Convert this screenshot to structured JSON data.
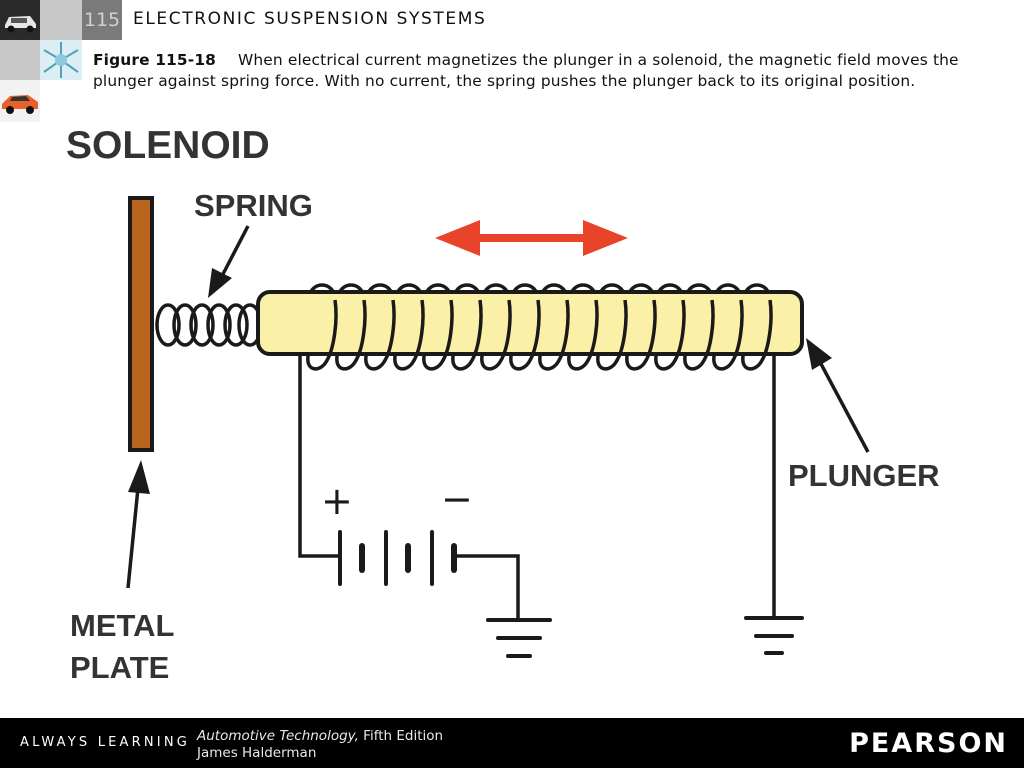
{
  "header": {
    "chapter_number": "115",
    "chapter_title": "ELECTRONIC SUSPENSION SYSTEMS"
  },
  "caption": {
    "figure_number": "Figure 115-18",
    "text": "When electrical current magnetizes the plunger in a solenoid, the magnetic field moves the plunger against spring force. With no current, the spring pushes the plunger back to its original position."
  },
  "diagram": {
    "title": "SOLENOID",
    "labels": {
      "spring": "SPRING",
      "metal_plate_line1": "METAL",
      "metal_plate_line2": "PLATE",
      "plunger": "PLUNGER",
      "plus": "+",
      "minus": "−"
    },
    "colors": {
      "plate": "#b8651b",
      "plunger": "#fbf0a8",
      "arrow": "#e8442a",
      "ink": "#1a1a1a"
    }
  },
  "footer": {
    "tagline": "ALWAYS LEARNING",
    "book_title": "Automotive Technology,",
    "edition": "Fifth Edition",
    "author": "James Halderman",
    "publisher": "PEARSON"
  }
}
